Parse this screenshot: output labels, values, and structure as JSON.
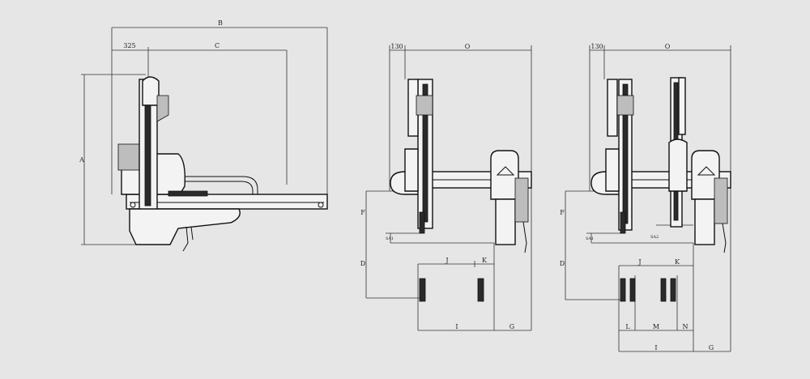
{
  "colors": {
    "background": "#e6e6e6",
    "line": "#222222"
  },
  "side_view": {
    "labels": {
      "B": "B",
      "C": "C",
      "dim325": "325",
      "A": "A"
    }
  },
  "front_view_single": {
    "labels": {
      "dim130": "130",
      "O": "O",
      "F": "F",
      "D": "D",
      "J": "J",
      "K": "K",
      "I": "I",
      "G": "G",
      "SA1": "SA1"
    }
  },
  "front_view_double": {
    "labels": {
      "dim130": "130",
      "O": "O",
      "F": "F",
      "D": "D",
      "J": "J",
      "K": "K",
      "L": "L",
      "M": "M",
      "N": "N",
      "I": "I",
      "G": "G",
      "SA1": "SA1",
      "SA2": "SA2"
    }
  }
}
